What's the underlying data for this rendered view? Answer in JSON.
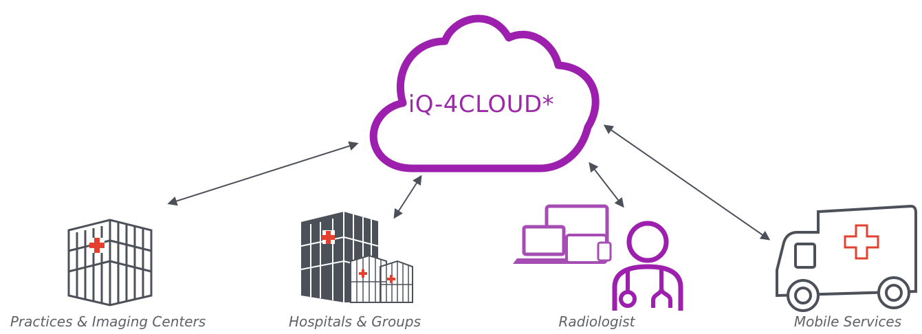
{
  "cloud": {
    "label": "iQ-4CLOUD*"
  },
  "nodes": [
    {
      "key": "practices",
      "label": "Practices & Imaging Centers",
      "icon": "office-building-icon"
    },
    {
      "key": "hospitals",
      "label": "Hospitals & Groups",
      "icon": "hospital-campus-icon"
    },
    {
      "key": "radiologist",
      "label": "Radiologist",
      "icon": "radiologist-workstation-icon"
    },
    {
      "key": "mobile",
      "label": "Mobile Services",
      "icon": "ambulance-icon"
    }
  ],
  "colors": {
    "cloud": "#9c1fad",
    "arrow": "#4c5058",
    "building": "#4c5058",
    "cross": "#e4402f",
    "device": "#a64db3",
    "caption": "#5f6168"
  }
}
